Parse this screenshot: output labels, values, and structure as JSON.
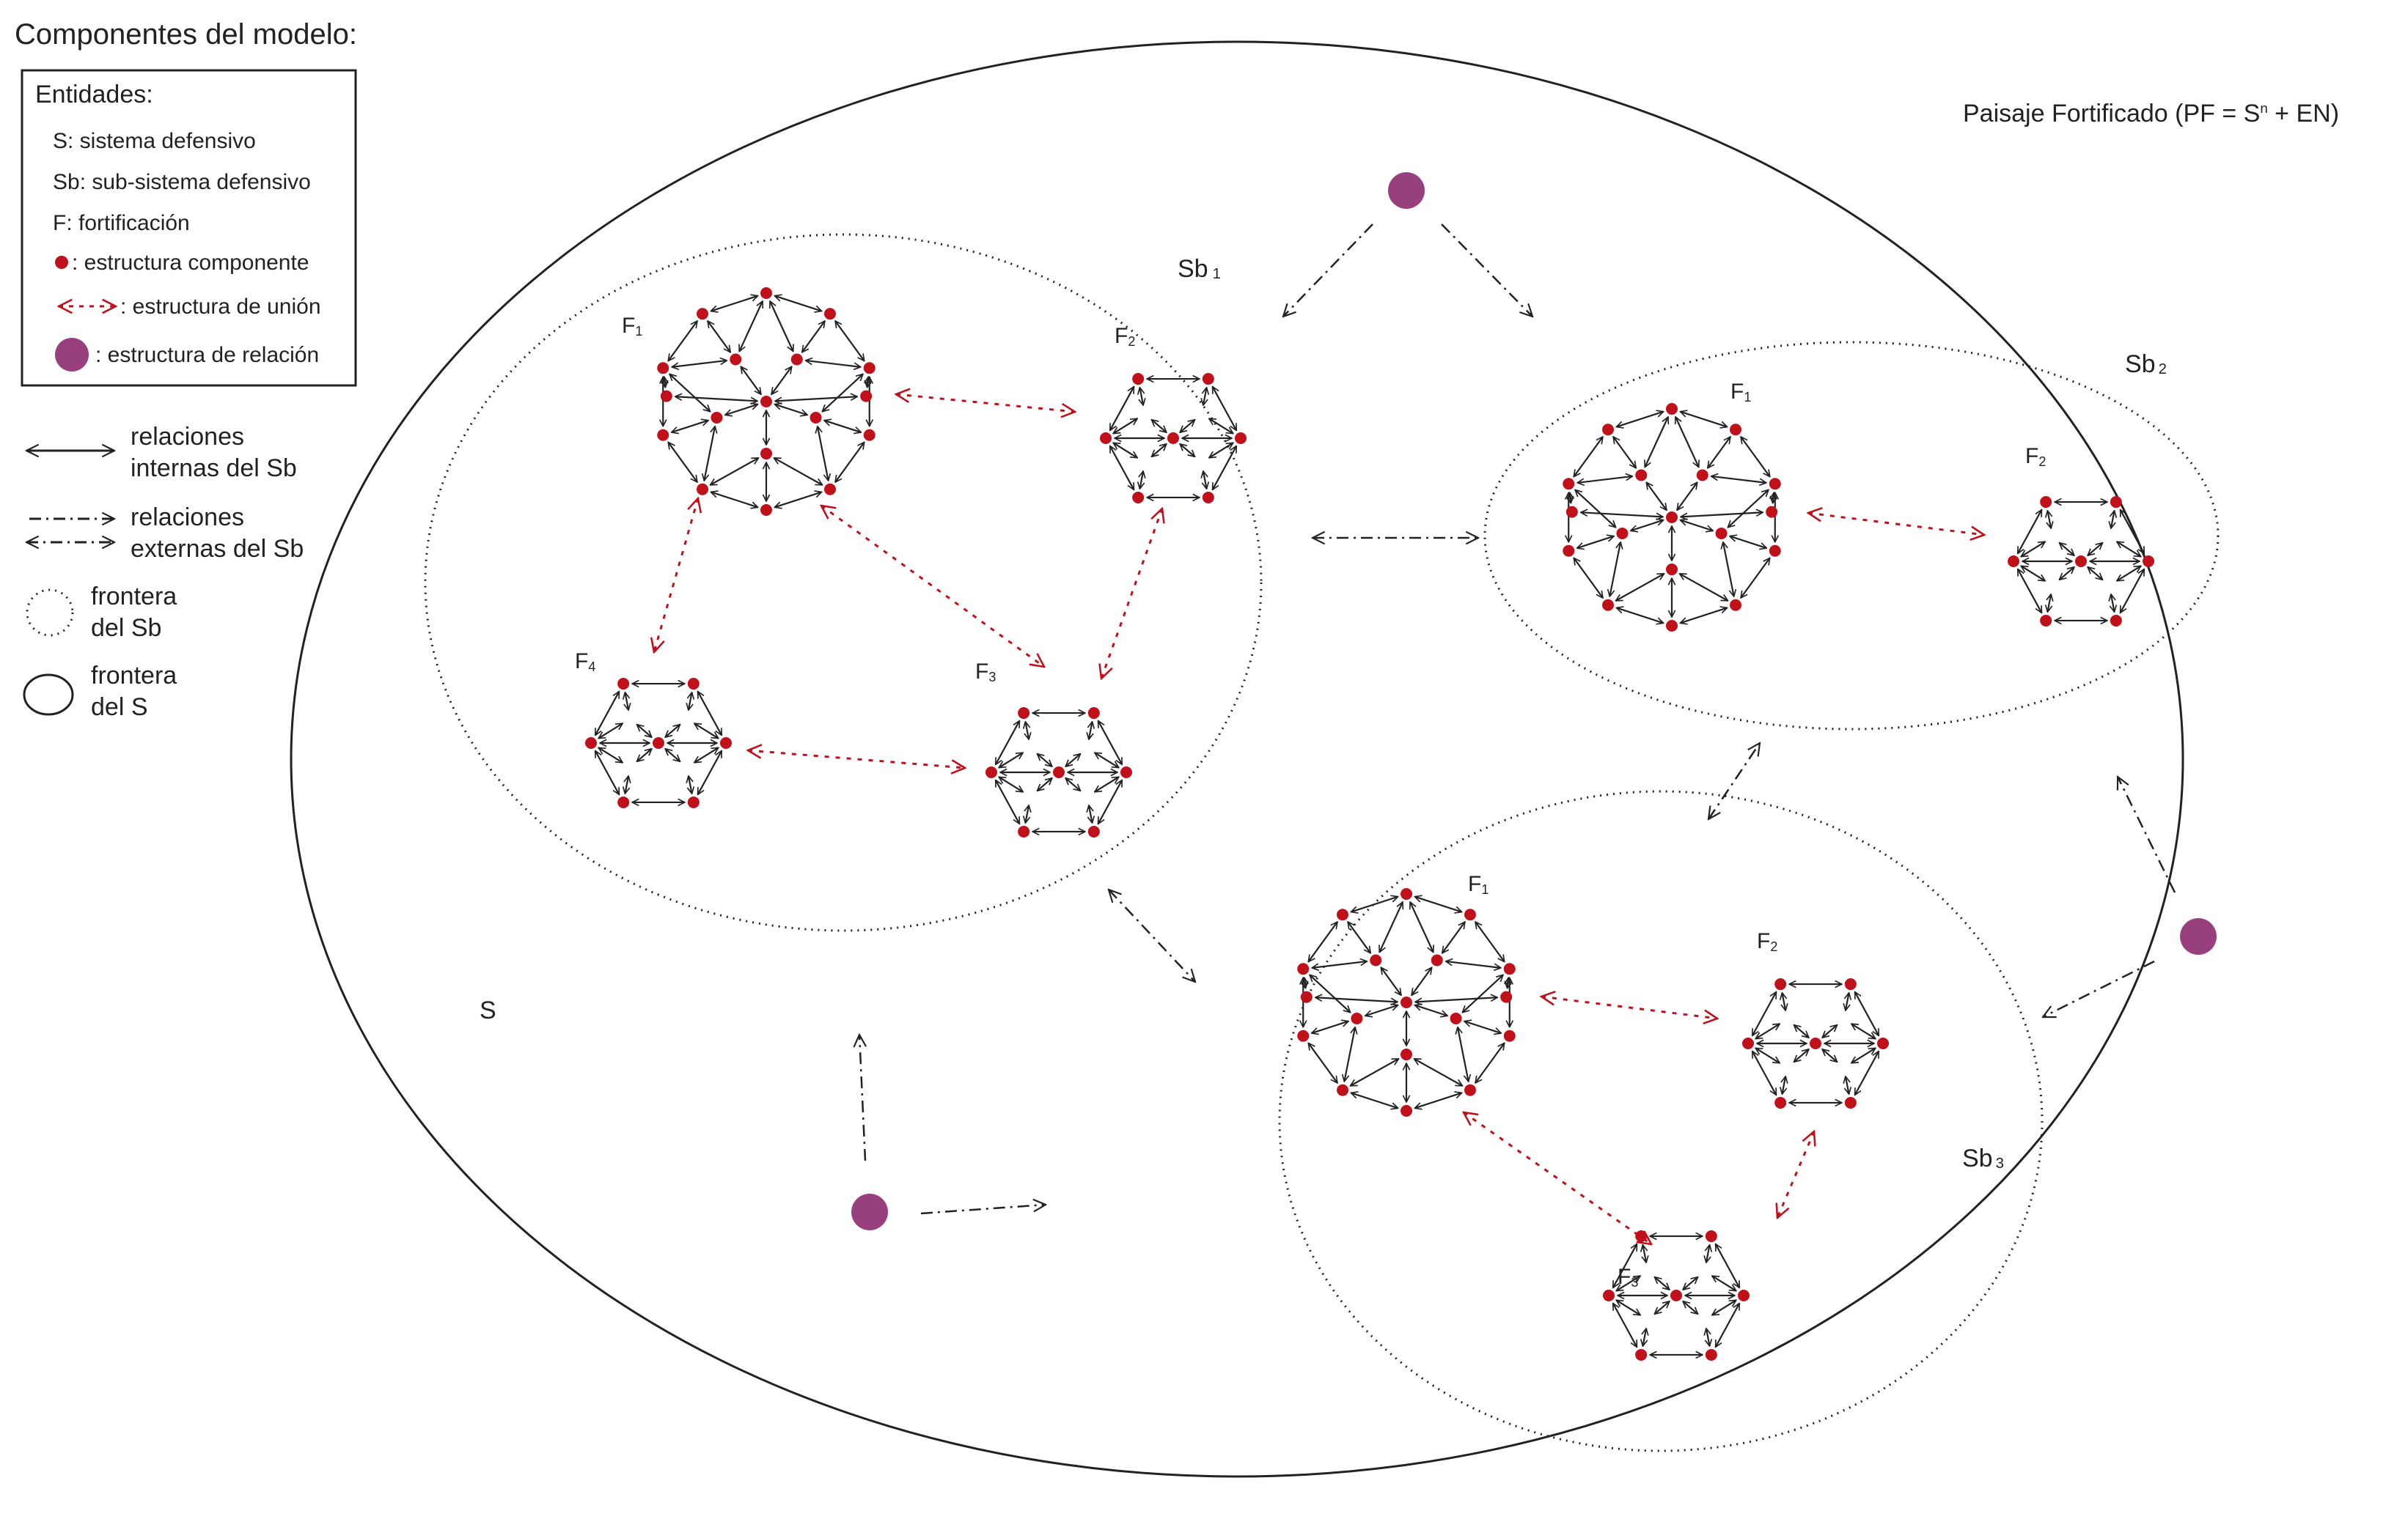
{
  "title": "Componentes del modelo:",
  "legend": {
    "heading": "Entidades:",
    "items": {
      "s": "S: sistema defensivo",
      "sb": "Sb: sub-sistema defensivo",
      "f": "F: fortificación",
      "component": ": estructura componente",
      "union": ": estructura de unión",
      "relation": ": estructura de relación"
    },
    "internal": [
      "relaciones",
      "internas del Sb"
    ],
    "external": [
      "relaciones",
      "externas del Sb"
    ],
    "sb_border": [
      "frontera",
      "del Sb"
    ],
    "s_border": [
      "frontera",
      "del S"
    ]
  },
  "landscape": {
    "label": "Paisaje Fortificado (PF = S",
    "sup": "n",
    "tail": " + EN)"
  },
  "system_label": "S",
  "subsystems": [
    {
      "prefix": "Sb",
      "sub": "1",
      "forts": [
        {
          "prefix": "F",
          "sub": "1"
        },
        {
          "prefix": "F",
          "sub": "2"
        },
        {
          "prefix": "F",
          "sub": "3"
        },
        {
          "prefix": "F",
          "sub": "4"
        }
      ]
    },
    {
      "prefix": "Sb",
      "sub": "2",
      "forts": [
        {
          "prefix": "F",
          "sub": "1"
        },
        {
          "prefix": "F",
          "sub": "2"
        }
      ]
    },
    {
      "prefix": "Sb",
      "sub": "3",
      "forts": [
        {
          "prefix": "F",
          "sub": "1"
        },
        {
          "prefix": "F",
          "sub": "2"
        },
        {
          "prefix": "F",
          "sub": "3"
        }
      ]
    }
  ],
  "colors": {
    "component": "#c0111b",
    "relation": "#98407e",
    "union_arrow": "#c0111b",
    "arrow": "#222222",
    "border": "#222222"
  }
}
